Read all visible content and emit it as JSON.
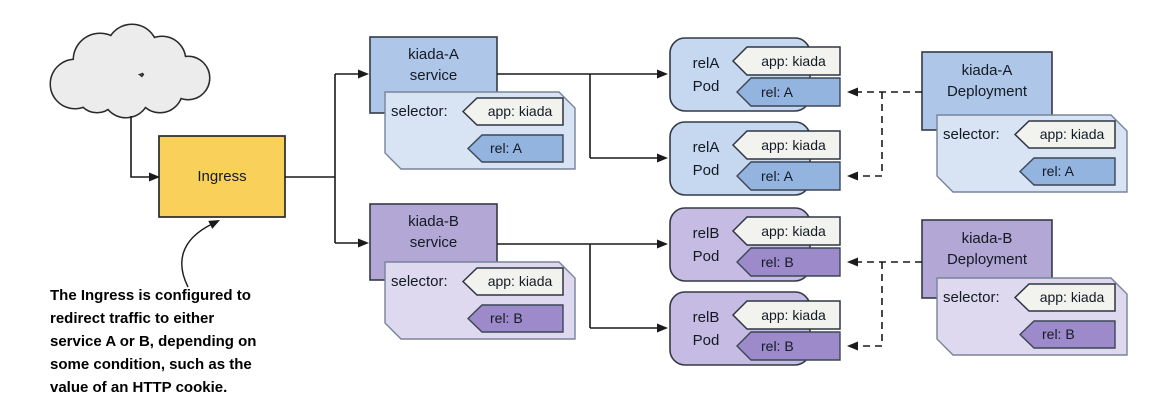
{
  "colors": {
    "border": "#333a45",
    "blue_box": "#aec6e8",
    "blue_pod": "#c5d8f0",
    "blue_card": "#d8e3f4",
    "blue_tag": "#93b4df",
    "purple_box": "#b2a7d5",
    "purple_pod": "#c6bbe2",
    "purple_card": "#ded9ee",
    "purple_tag": "#9c8aca",
    "white_tag": "#f2f2ee",
    "ingress_fill": "#f8d05a",
    "cloud_fill": "#ececec"
  },
  "ingress": {
    "label": "Ingress"
  },
  "services": [
    {
      "line1": "kiada-A",
      "line2": "service",
      "selector_label": "selector:",
      "app_tag": "app: kiada",
      "rel_tag": "rel: A"
    },
    {
      "line1": "kiada-B",
      "line2": "service",
      "selector_label": "selector:",
      "app_tag": "app: kiada",
      "rel_tag": "rel: B"
    }
  ],
  "pods": [
    {
      "line1": "relA",
      "line2": "Pod",
      "app_tag": "app: kiada",
      "rel_tag": "rel: A"
    },
    {
      "line1": "relA",
      "line2": "Pod",
      "app_tag": "app: kiada",
      "rel_tag": "rel: A"
    },
    {
      "line1": "relB",
      "line2": "Pod",
      "app_tag": "app: kiada",
      "rel_tag": "rel: B"
    },
    {
      "line1": "relB",
      "line2": "Pod",
      "app_tag": "app: kiada",
      "rel_tag": "rel: B"
    }
  ],
  "deployments": [
    {
      "line1": "kiada-A",
      "line2": "Deployment",
      "selector_label": "selector:",
      "app_tag": "app: kiada",
      "rel_tag": "rel: A"
    },
    {
      "line1": "kiada-B",
      "line2": "Deployment",
      "selector_label": "selector:",
      "app_tag": "app: kiada",
      "rel_tag": "rel: B"
    }
  ],
  "annotation": {
    "text": "The Ingress is configured to redirect traffic to either service A or B, depending on some condition, such as the value of an HTTP cookie."
  }
}
